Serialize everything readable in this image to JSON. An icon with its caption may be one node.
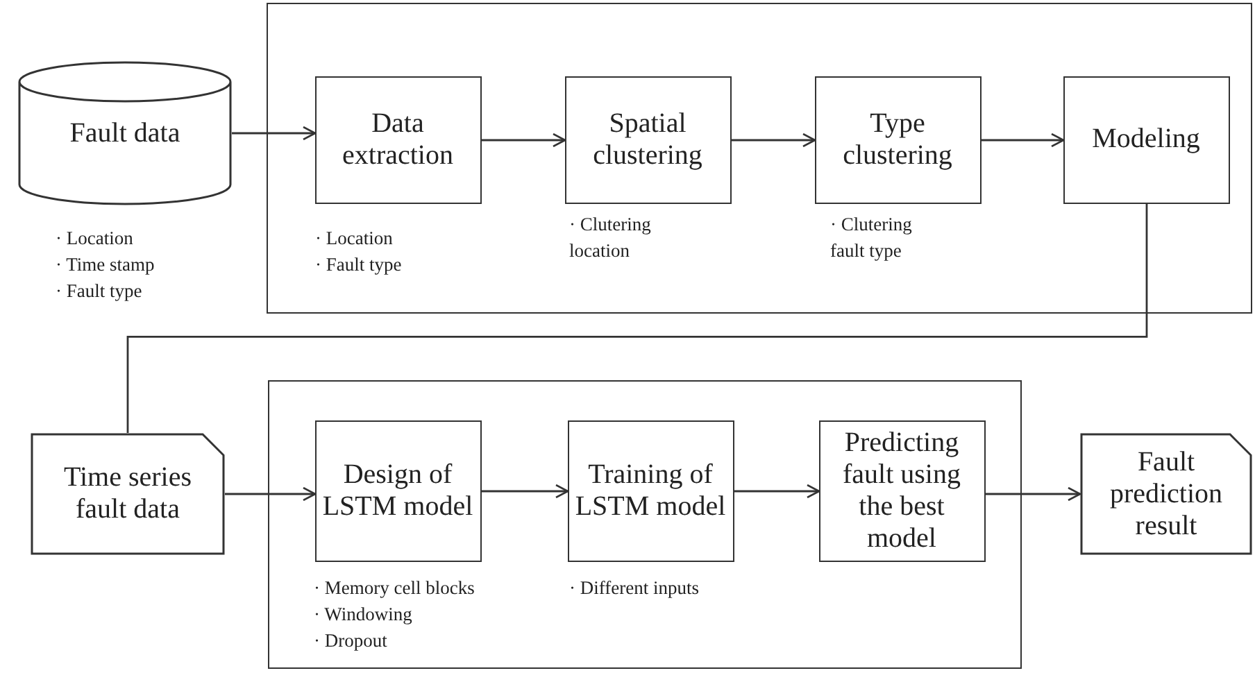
{
  "diagram": {
    "nodes": [
      {
        "text": [
          "Fault data"
        ],
        "beside": [
          "· Location",
          "· Time stamp",
          "· Fault type"
        ]
      },
      {
        "text": [],
        "shape": "box"
      },
      {
        "text": [
          "Data extraction"
        ],
        "in": 1,
        "beside": [
          "· Location",
          "· Fault type"
        ]
      },
      {
        "text": [
          "Spatial clustering"
        ],
        "in": 1,
        "beside": [
          "· Clutering location"
        ]
      },
      {
        "text": [
          "Type clustering"
        ],
        "in": 1,
        "beside": [
          "· Clutering fault type"
        ]
      },
      {
        "text": [
          "Modeling"
        ],
        "in": 1
      },
      {
        "text": [
          "Time series fault data"
        ]
      },
      {
        "text": [],
        "shape": "box"
      },
      {
        "text": [
          "Design of LSTM model"
        ],
        "in": 7,
        "beside": [
          "· Memory cell blocks",
          "· Windowing",
          "· Dropout"
        ]
      },
      {
        "text": [
          "Training of LSTM model"
        ],
        "in": 7,
        "beside": [
          "· Different inputs"
        ]
      },
      {
        "text": [
          "Predicting fault using the best model"
        ],
        "in": 7
      },
      {
        "text": [
          "Fault prediction result"
        ]
      }
    ],
    "edges": [
      {
        "from": 0,
        "to": 2,
        "arrow": "to"
      },
      {
        "from": 2,
        "to": 3,
        "arrow": "to"
      },
      {
        "from": 3,
        "to": 4,
        "arrow": "to"
      },
      {
        "from": 4,
        "to": 5,
        "arrow": "to"
      },
      {
        "from": 5,
        "to": 6,
        "arrow": "none"
      },
      {
        "from": 6,
        "to": 8,
        "arrow": "to"
      },
      {
        "from": 8,
        "to": 9,
        "arrow": "to"
      },
      {
        "from": 9,
        "to": 10,
        "arrow": "to"
      },
      {
        "from": 10,
        "to": 11,
        "arrow": "to"
      }
    ]
  }
}
